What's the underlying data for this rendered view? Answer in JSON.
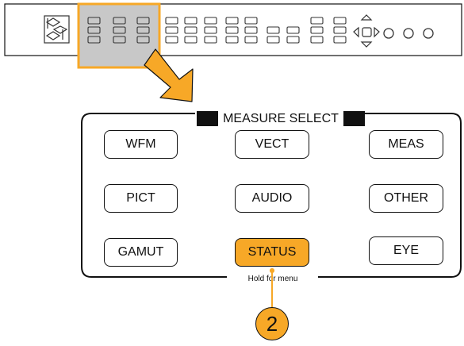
{
  "panel": {
    "title": "MEASURE SELECT",
    "hint": "Hold for menu",
    "buttons": [
      {
        "label": "WFM",
        "active": false
      },
      {
        "label": "VECT",
        "active": false
      },
      {
        "label": "MEAS",
        "active": false
      },
      {
        "label": "PICT",
        "active": false
      },
      {
        "label": "AUDIO",
        "active": false
      },
      {
        "label": "OTHER",
        "active": false
      },
      {
        "label": "GAMUT",
        "active": false
      },
      {
        "label": "STATUS",
        "active": true
      },
      {
        "label": "EYE",
        "active": false
      }
    ]
  },
  "callout": {
    "number": "2"
  },
  "colors": {
    "highlight": "#f7a827",
    "zoom_region": "#c8c8c8",
    "outline": "#111111"
  },
  "icons": [
    "front-panel-overview",
    "zoom-arrow-icon",
    "callout-marker"
  ]
}
